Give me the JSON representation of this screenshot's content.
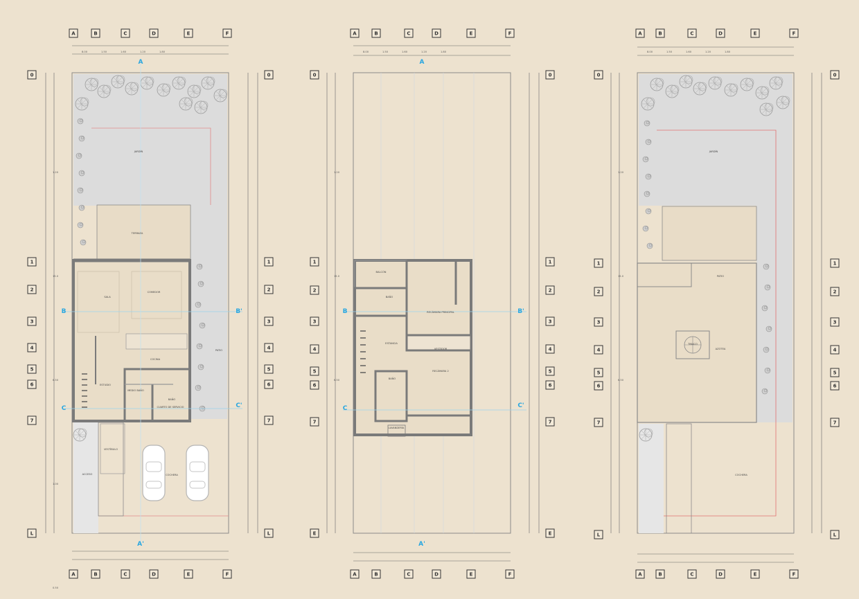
{
  "colors": {
    "background": "#ede2cf",
    "wall": "#7a7a7a",
    "patio": "#dfdfdf",
    "section_line": "#2aa7e0",
    "property_line": "#e07070",
    "tree": "#9a9a9a"
  },
  "plans": [
    {
      "name": "planta-baja",
      "col_tags": [
        "A",
        "B",
        "C",
        "D",
        "E",
        "F"
      ],
      "row_tags_left": [
        "0",
        "1",
        "2",
        "3",
        "4",
        "5",
        "6",
        "7",
        "L"
      ],
      "section_labels": [
        "A",
        "A'",
        "B",
        "B'",
        "C",
        "C'"
      ],
      "rooms": [
        "JARDÍN",
        "TERRAZA",
        "SALA",
        "COMEDOR",
        "COCINA",
        "ESTUDIO",
        "MEDIO BAÑO",
        "BAÑO",
        "CUARTO DE SERVICIO",
        "PATIO",
        "COCHERA",
        "VESTÍBULO",
        "ACCESO"
      ],
      "dims": [
        "8.00",
        "1.50",
        "1.60",
        "1.20",
        "1.80",
        "1.20",
        "15.0",
        "6.50",
        "1.00",
        "0.50"
      ]
    },
    {
      "name": "planta-alta",
      "col_tags": [
        "A",
        "B",
        "C",
        "D",
        "E",
        "F"
      ],
      "row_tags_left": [
        "0",
        "1",
        "2",
        "3",
        "4",
        "5",
        "6",
        "7",
        "E"
      ],
      "section_labels": [
        "A",
        "A'",
        "B",
        "B'",
        "C",
        "C'"
      ],
      "rooms": [
        "BALCÓN",
        "BAÑO",
        "RECÁMARA PRINCIPAL",
        "VESTIDOR",
        "ESTANCIA",
        "BAÑO",
        "RECÁMARA 2",
        "LAVANDERÍA"
      ],
      "dims": [
        "8.00",
        "1.50",
        "1.60",
        "1.20",
        "1.80",
        "1.20",
        "15.0",
        "6.50"
      ]
    },
    {
      "name": "planta-azotea",
      "col_tags": [
        "A",
        "B",
        "C",
        "D",
        "E",
        "F"
      ],
      "row_tags_left": [
        "0",
        "1",
        "2",
        "3",
        "4",
        "5",
        "6",
        "7",
        "L"
      ],
      "section_labels": [],
      "rooms": [
        "AZOTEA",
        "TINACO",
        "COCHERA",
        "JARDÍN",
        "PATIO"
      ],
      "dims": [
        "8.00",
        "1.50",
        "1.60",
        "1.20",
        "1.80",
        "1.20",
        "15.0",
        "6.50"
      ]
    }
  ]
}
